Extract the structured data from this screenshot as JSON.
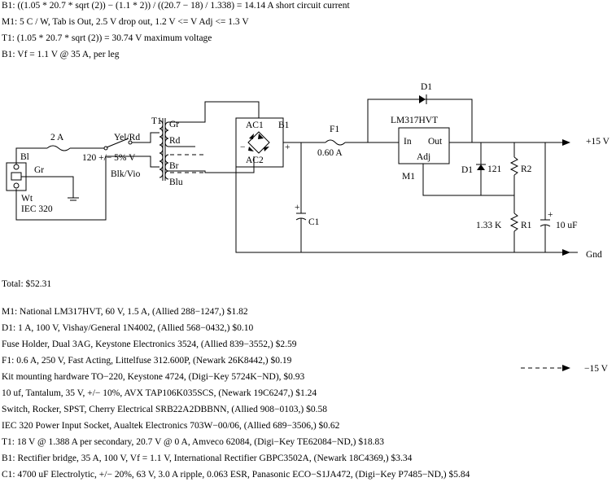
{
  "notes": [
    "B1: ((1.05 * 20.7 * sqrt (2)) − (1.1 * 2)) / ((20.7 − 18) / 1.338) = 14.14 A short circuit current",
    "M1: 5 C / W, Tab is Out, 2.5 V drop out, 1.2  V <= V Adj <= 1.3 V",
    "T1: (1.05 * 20.7 * sqrt (2)) = 30.74 V maximum voltage",
    "B1: Vf = 1.1 V @ 35 A, per leg"
  ],
  "schematic": {
    "connector": {
      "bl": "Bl",
      "gr": "Gr",
      "wt": "Wt",
      "name": "IEC 320"
    },
    "fuse_rating": "2 A",
    "switch_leads": "Yel/Rd",
    "input_voltage": "120 +/− 5% V",
    "primary_leads": "Blk/Vio",
    "transformer": {
      "name": "T1",
      "gr": "Gr",
      "rd": "Rd",
      "br": "Br",
      "blu": "Blu"
    },
    "bridge": {
      "ac1": "AC1",
      "ac2": "AC2",
      "name": "B1",
      "minus": "−",
      "plus": "+"
    },
    "fuse2": {
      "name": "F1",
      "rating": "0.60 A"
    },
    "c1": {
      "name": "C1",
      "polarity": "+"
    },
    "regulator": {
      "part": "LM317HVT",
      "in": "In",
      "out": "Out",
      "adj": "Adj",
      "name": "M1"
    },
    "diode_top": "D1",
    "diode_side": "D1",
    "r2": {
      "value": "121",
      "name": "R2"
    },
    "r1": {
      "value": "1.33 K",
      "name": "R1"
    },
    "c_out": {
      "value": "10 uF",
      "polarity": "+"
    },
    "plus15": "+15 V",
    "gnd": "Gnd",
    "minus15": "−15 V"
  },
  "total": "Total: $52.31",
  "bom": [
    "M1: National LM317HVT, 60 V, 1.5 A, (Allied 288−1247,) $1.82",
    "D1: 1 A, 100 V, Vishay/General 1N4002, (Allied 568−0432,) $0.10",
    "Fuse Holder, Dual 3AG, Keystone Electronics 3524, (Allied 839−3552,) $2.59",
    "F1: 0.6 A, 250 V, Fast Acting, Littelfuse 312.600P, (Newark 26K8442,) $0.19",
    "Kit mounting hardware TO−220, Keystone 4724, (Digi−Key 5724K−ND), $0.93",
    "10 uf, Tantalum, 35 V, +/− 10%, AVX TAP106K035SCS, (Newark 19C6247,) $1.24",
    "Switch, Rocker, SPST, Cherry Electrical SRB22A2DBBNN, (Allied 908−0103,) $0.58",
    "IEC 320 Power Input Socket, Aualtek Electronics 703W−00/06, (Allied 689−3506,) $0.62",
    "T1: 18 V @ 1.388 A per secondary, 20.7 V @ 0 A, Amveco 62084, (Digi−Key TE62084−ND,) $18.83",
    "B1: Rectifier bridge, 35 A, 100 V, Vf = 1.1 V, International Rectifier GBPC3502A, (Newark 18C4369,) $3.34",
    "C1: 4700 uF Electrolytic, +/− 20%, 63 V, 3.0 A ripple, 0.063 ESR, Panasonic ECO−S1JA472, (Digi−Key P7485−ND,) $5.84"
  ]
}
